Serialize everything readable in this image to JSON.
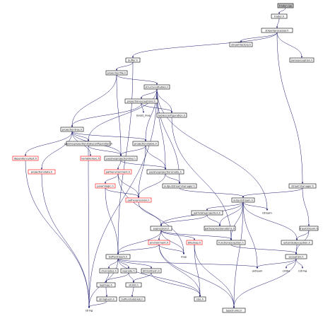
{
  "nodes": [
    {
      "id": "root",
      "label": "trader.cpp",
      "kind": "root"
    },
    {
      "id": "traderh",
      "label": "trader.h"
    },
    {
      "id": "streamprocessor",
      "label": "streamprocessor.h"
    },
    {
      "id": "streamfactory",
      "label": "streamfactory.h"
    },
    {
      "id": "parseexception",
      "label": "parseexception.h"
    },
    {
      "id": "bufferh",
      "label": "buffer.h"
    },
    {
      "id": "projectionfile",
      "label": "projectionfile.h"
    },
    {
      "id": "structuredtables",
      "label": "structuredtables.h"
    },
    {
      "id": "projectionexceptions",
      "label": "projectionexceptions.h"
    },
    {
      "id": "boost_map",
      "label": "boost_map",
      "kind": "plain"
    },
    {
      "id": "tablesconfiguration",
      "label": "tablesconfiguration.h"
    },
    {
      "id": "projectiontree",
      "label": "projectiontree.h"
    },
    {
      "id": "passiveprojectionstateconfiguration",
      "label": "passiveprojectionstateconfiguration.h"
    },
    {
      "id": "projectionstable",
      "label": "projectionstable.h"
    },
    {
      "id": "dependency",
      "label": "dependencytest.h",
      "kind": "red"
    },
    {
      "id": "projectionstateh",
      "label": "projectionstate.h",
      "kind": "red"
    },
    {
      "id": "variablereac",
      "label": "variablereac.h",
      "kind": "red"
    },
    {
      "id": "passiveprojectionline",
      "label": "passiveprojectionline.h"
    },
    {
      "id": "pathenvironment",
      "label": "pathenvironment.h",
      "kind": "red"
    },
    {
      "id": "paramlogic",
      "label": "paramlogic.h",
      "kind": "red"
    },
    {
      "id": "passiveprojectionsnode",
      "label": "passiveprojectionsnode.h"
    },
    {
      "id": "pathexpression",
      "label": "pathexpression.h",
      "kind": "red"
    },
    {
      "id": "outputstreammanager",
      "label": "outputstreammanager.h"
    },
    {
      "id": "streammanager",
      "label": "streammanager.h"
    },
    {
      "id": "outputstream",
      "label": "outputstream.h"
    },
    {
      "id": "pathstateprojection",
      "label": "pathstateprojection.h"
    },
    {
      "id": "pathexpressionatoms",
      "label": "pathexpressionatoms.h"
    },
    {
      "id": "istream",
      "label": "istream",
      "kind": "plain"
    },
    {
      "id": "inputstream",
      "label": "inputstream.h"
    },
    {
      "id": "expression",
      "label": "expression.h"
    },
    {
      "id": "environment",
      "label": "environment.h",
      "kind": "red"
    },
    {
      "id": "bitemap",
      "label": "bitemap.h",
      "kind": "red"
    },
    {
      "id": "functionexception",
      "label": "functionexception.h"
    },
    {
      "id": "extendedexception",
      "label": "extendedexception.h"
    },
    {
      "id": "map",
      "label": "map",
      "kind": "plain"
    },
    {
      "id": "bufferstreamh",
      "label": "bufferstream.h"
    },
    {
      "id": "exception",
      "label": "exception.h"
    },
    {
      "id": "ostream",
      "label": "ostream",
      "kind": "plain"
    },
    {
      "id": "cstdio",
      "label": "cstdio",
      "kind": "plain"
    },
    {
      "id": "cstring",
      "label": "cstring",
      "kind": "plain"
    },
    {
      "id": "charcodes",
      "label": "charcodes.h"
    },
    {
      "id": "logcode",
      "label": "logcode.h"
    },
    {
      "id": "bitmsilhash",
      "label": "bitmsilhash.h"
    },
    {
      "id": "logimap",
      "label": "logimap.h"
    },
    {
      "id": "stdint",
      "label": "stdint.h"
    },
    {
      "id": "stringhash",
      "label": "stringhash.h"
    },
    {
      "id": "bufferstateblob",
      "label": "bufferstateblob.h"
    },
    {
      "id": "size_t",
      "label": "size.h"
    },
    {
      "id": "typetrunks",
      "label": "typetrunks.h"
    },
    {
      "id": "string",
      "label": "string",
      "kind": "plain"
    }
  ]
}
